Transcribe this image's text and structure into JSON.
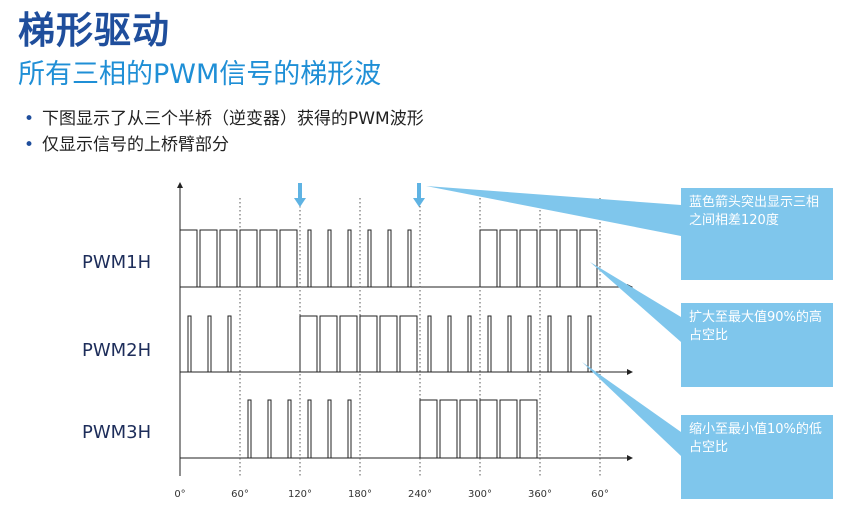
{
  "header": {
    "title": "梯形驱动",
    "subtitle": "所有三相的PWM信号的梯形波"
  },
  "bullets": [
    "下图显示了从三个半桥（逆变器）获得的PWM波形",
    "仅显示信号的上桥臂部分"
  ],
  "signals": [
    "PWM1H",
    "PWM2H",
    "PWM3H"
  ],
  "x_ticks": [
    "0°",
    "60°",
    "120°",
    "180°",
    "240°",
    "300°",
    "360°",
    "60°"
  ],
  "callouts": [
    "蓝色箭头突出显示三相之间相差120度",
    "扩大至最大值90%的高占空比",
    "缩小至最小值10%的低占空比"
  ],
  "colors": {
    "title": "#1f4e9c",
    "subtitle": "#1f8fd6",
    "callout_bg": "#7fc6ec",
    "arrow": "#5fb3e3"
  }
}
